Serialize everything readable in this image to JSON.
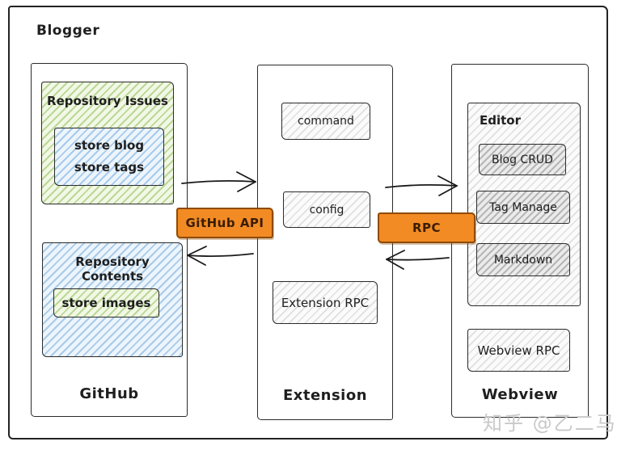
{
  "title": "Blogger",
  "watermark": "知乎 @乙二马",
  "columns": {
    "github": {
      "label": "GitHub",
      "repository_issues": {
        "label": "Repository Issues",
        "store_box_lines": [
          "store blog",
          "store tags"
        ]
      },
      "repository_contents": {
        "label": "Repository Contents",
        "store_box": "store images"
      }
    },
    "extension": {
      "label": "Extension",
      "boxes": [
        "command",
        "config",
        "Extension RPC"
      ]
    },
    "webview": {
      "label": "Webview",
      "editor": {
        "label": "Editor",
        "boxes": [
          "Blog CRUD",
          "Tag Manage",
          "Markdown"
        ]
      },
      "webview_rpc": "Webview RPC"
    }
  },
  "connectors": {
    "github_api_label": "GitHub API",
    "rpc_label": "RPC"
  },
  "colors": {
    "orange_fill": "#f28b24",
    "orange_border": "#8f4a00",
    "green_hatch": "#8bbe5a",
    "blue_hatch": "#64a0d7",
    "gray_hatch": "#9a9a9a",
    "stroke": "#1f1f1f",
    "watermark_gray": "#c9c9c9"
  }
}
